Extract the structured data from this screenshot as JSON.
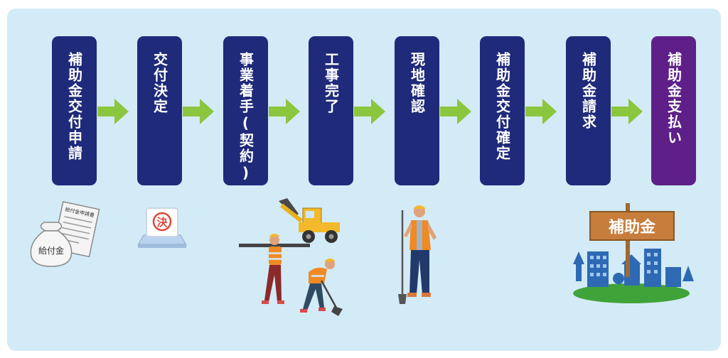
{
  "steps": [
    {
      "label": "補助金交付申請"
    },
    {
      "label": "交付決定"
    },
    {
      "label": "事業着手(契約)"
    },
    {
      "label": "工事完了"
    },
    {
      "label": "現地確認"
    },
    {
      "label": "補助金交付確定"
    },
    {
      "label": "補助金請求"
    },
    {
      "label": "補助金支払い"
    }
  ],
  "illustrations": {
    "application_doc_label": "給付金申請書",
    "money_bag_label": "給付金",
    "decision_stamp_char": "決",
    "sign_label": "補助金"
  },
  "colors": {
    "panel_bg": "#d3ebf7",
    "step_bg": "#1f2a7a",
    "final_step_bg": "#5e2088",
    "arrow": "#8cc63e"
  }
}
